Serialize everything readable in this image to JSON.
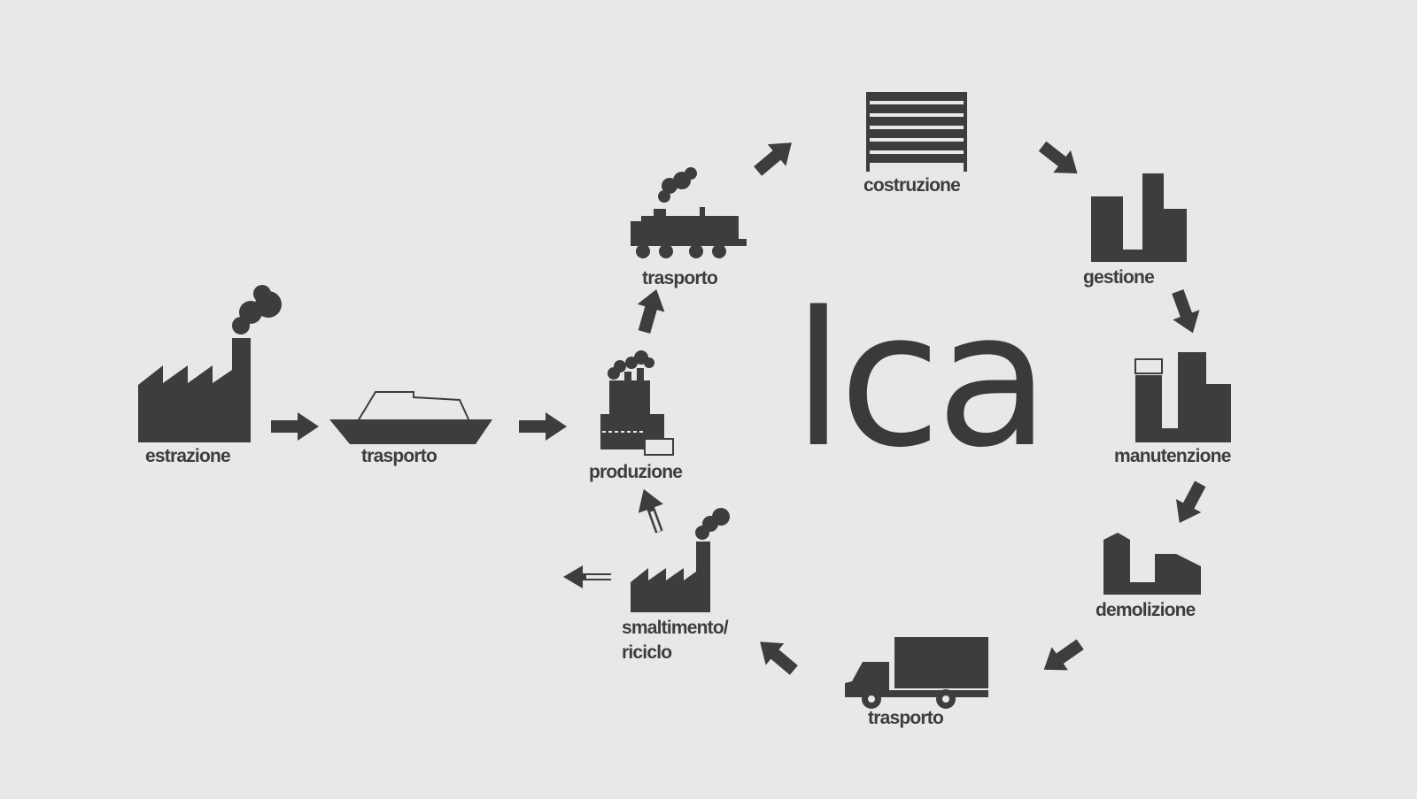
{
  "title": "lca",
  "steps": {
    "estrazione": "estrazione",
    "trasporto_nave": "trasporto",
    "produzione": "produzione",
    "trasporto_treno": "trasporto",
    "costruzione": "costruzione",
    "gestione": "gestione",
    "manutenzione": "manutenzione",
    "demolizione": "demolizione",
    "trasporto_camion": "trasporto",
    "smaltimento_line1": "smaltimento/",
    "smaltimento_line2": "riciclo"
  },
  "colors": {
    "background": "#e8e8e8",
    "foreground": "#3d3d3d"
  }
}
